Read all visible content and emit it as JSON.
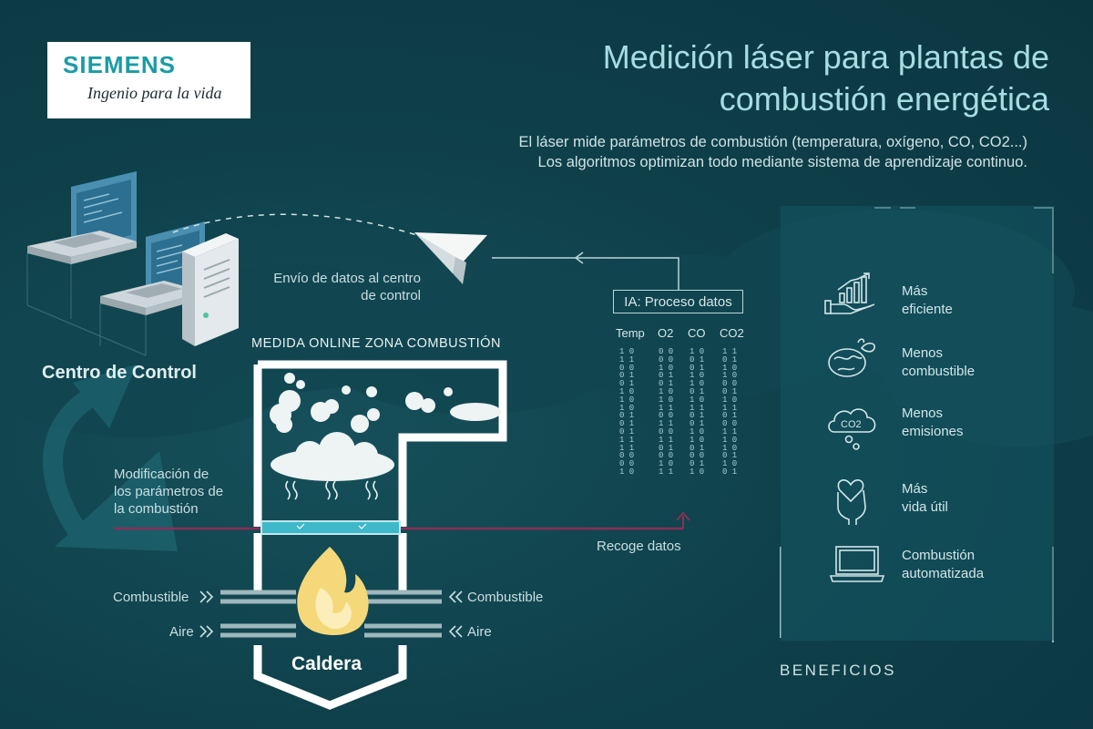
{
  "logo": {
    "brand": "SIEMENS",
    "tagline": "Ingenio para la vida"
  },
  "title_line1": "Medición láser para plantas de",
  "title_line2": "combustión energética",
  "subtitle_line1": "El láser mide parámetros de combustión (temperatura, oxígeno, CO, CO2...)",
  "subtitle_line2": "Los algoritmos optimizan todo mediante sistema de aprendizaje continuo.",
  "control_center": "Centro de Control",
  "send_data_line1": "Envío de datos al centro",
  "send_data_line2": "de control",
  "ia_box": "IA: Proceso datos",
  "data_columns": [
    "Temp",
    "O2",
    "CO",
    "CO2"
  ],
  "bit_columns": [
    "1 0\n1 1\n0 0\n0 1\n0 1\n1 0\n1 0\n1 0\n0 1\n0 1\n0 1\n1 1\n1 1\n0 0\n0 0\n1 0",
    "0 0\n0 0\n1 0\n0 1\n0 1\n1 0\n1 0\n1 1\n0 0\n1 1\n0 0\n1 1\n0 1\n0 0\n1 0\n1 1",
    "1 0\n0 1\n0 1\n1 0\n1 0\n0 1\n1 0\n1 1\n0 1\n0 1\n1 0\n1 0\n0 1\n0 0\n0 1\n1 0",
    "1 1\n0 1\n1 0\n1 0\n0 0\n0 1\n1 0\n1 1\n0 1\n0 0\n1 1\n1 0\n1 0\n0 1\n1 0\n0 1"
  ],
  "medida_label": "MEDIDA ONLINE ZONA COMBUSTIÓN",
  "modificacion_line1": "Modificación de",
  "modificacion_line2": "los parámetros de",
  "modificacion_line3": "la combustión",
  "recoge_datos": "Recoge datos",
  "fuel_left": "Combustible",
  "fuel_right": "Combustible",
  "air_left": "Aire",
  "air_right": "Aire",
  "caldera": "Caldera",
  "benefits_title": "BENEFICIOS",
  "benefits": [
    {
      "icon": "growth-chart-icon",
      "line1": "Más",
      "line2": "eficiente"
    },
    {
      "icon": "globe-icon",
      "line1": "Menos",
      "line2": "combustible"
    },
    {
      "icon": "co2-cloud-icon",
      "line1": "Menos",
      "line2": "emisiones"
    },
    {
      "icon": "heart-hand-icon",
      "line1": "Más",
      "line2": "vida útil"
    },
    {
      "icon": "laptop-icon",
      "line1": "Combustión",
      "line2": "automatizada"
    }
  ],
  "colors": {
    "background": "#0d3a44",
    "accent_teal": "#1a9ca4",
    "title": "#a6dde2",
    "laser_line": "#8a2f57",
    "flame": "#f4d87a",
    "panel": "#145662"
  }
}
